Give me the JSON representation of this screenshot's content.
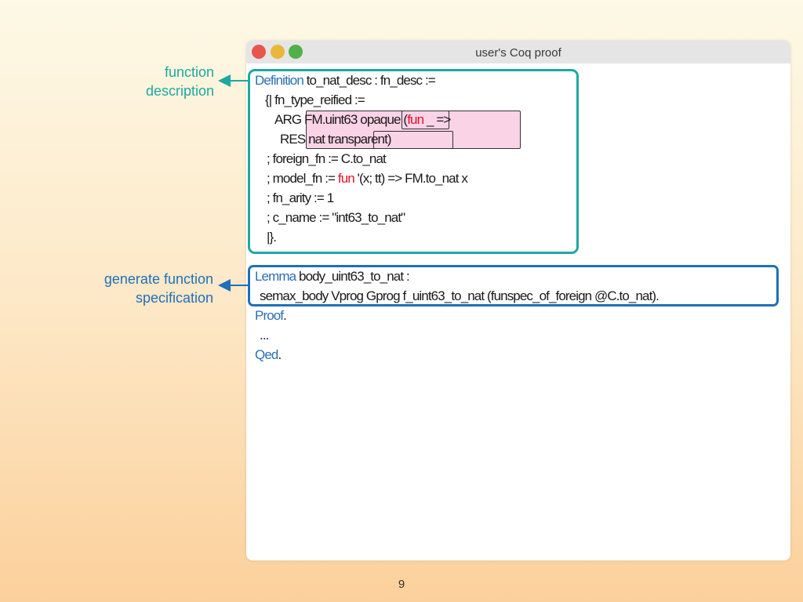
{
  "window": {
    "title": "user's Coq proof",
    "buttons": [
      "close",
      "minimize",
      "maximize"
    ]
  },
  "annotations": {
    "function_description": [
      "function",
      "description"
    ],
    "generate_spec": [
      "generate function",
      "specification"
    ]
  },
  "code": {
    "definition": {
      "keyword": "Definition",
      "rest": " to_nat_desc : fn_desc :="
    },
    "l2": "{| fn_type_reified :=",
    "l3": {
      "pre": "ARG FM.uint63 opaque (",
      "fun": "fun",
      "post": " _ =>"
    },
    "l4": "RES nat transparent)",
    "l5": "; foreign_fn := C.to_nat",
    "l6": {
      "pre": "; model_fn := ",
      "fun": "fun",
      "post": " '(x; tt) => FM.to_nat x"
    },
    "l7": "; fn_arity := 1",
    "l8": "; c_name := \"int63_to_nat\"",
    "l9": "|}.",
    "lemma": {
      "keyword": "Lemma",
      "rest": " body_uint63_to_nat :"
    },
    "l11": "semax_body Vprog Gprog f_uint63_to_nat (funspec_of_foreign @C.to_nat).",
    "proof": {
      "keyword": "Proof",
      "rest": "."
    },
    "l13": "...",
    "qed": {
      "keyword": "Qed",
      "rest": "."
    }
  },
  "page_number": "9",
  "colors": {
    "teal": "#1ea8a0",
    "blue": "#1f70b8",
    "keyword": "#2a6fb5",
    "fun_keyword": "#e0102a",
    "highlight": "#f082b9"
  }
}
